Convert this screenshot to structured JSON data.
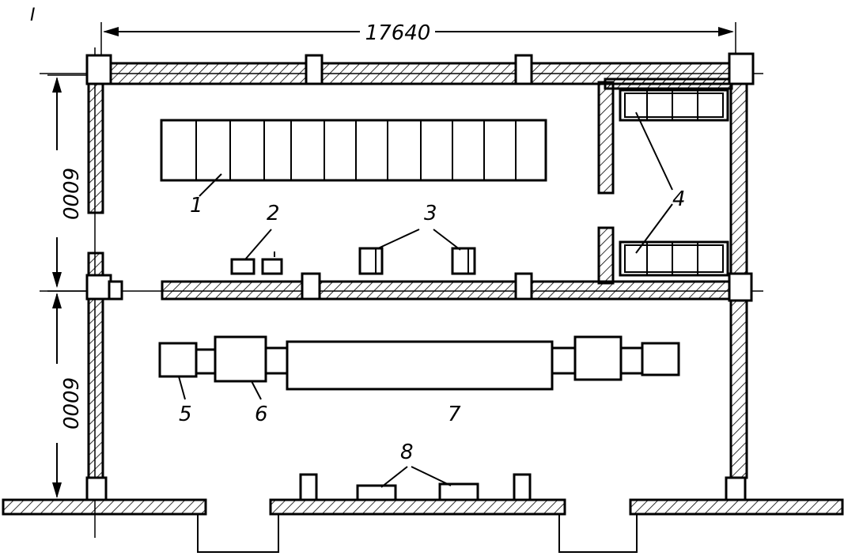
{
  "dimensions": {
    "width": "17640",
    "height_top": "6000",
    "height_bottom": "6000"
  },
  "labels": [
    "1",
    "2",
    "3",
    "4",
    "5",
    "6",
    "7",
    "8"
  ],
  "corner_mark": "I"
}
